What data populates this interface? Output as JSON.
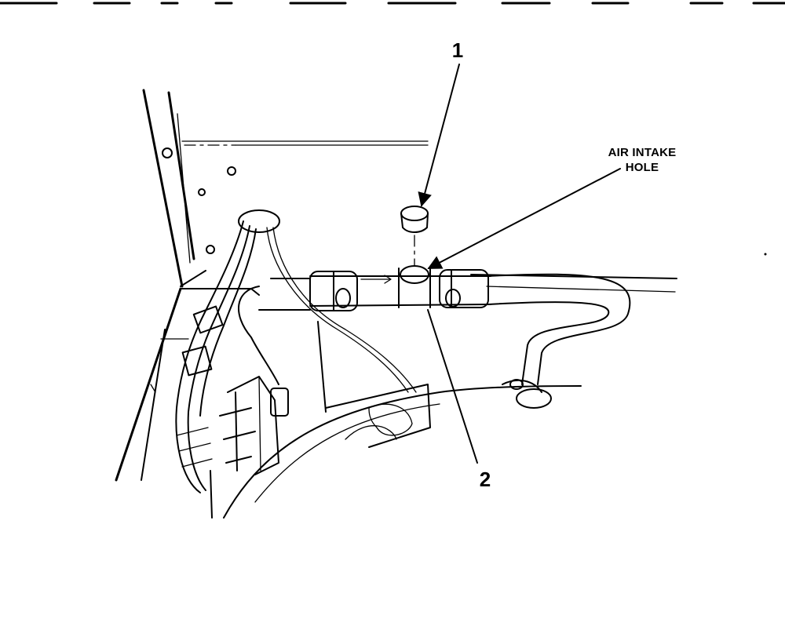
{
  "diagram": {
    "callouts": [
      {
        "id": "1",
        "text": "1"
      },
      {
        "id": "2",
        "text": "2"
      }
    ],
    "label": {
      "line1": "AIR INTAKE",
      "line2": "HOLE"
    }
  }
}
